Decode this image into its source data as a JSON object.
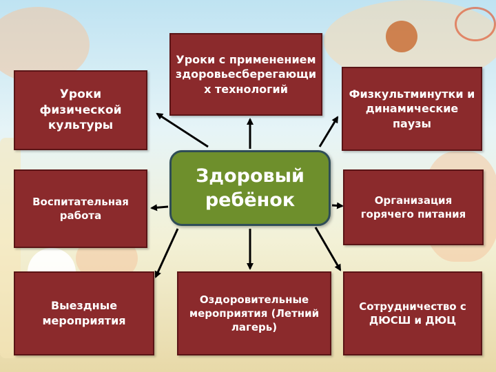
{
  "center": {
    "label": "Здоровый ребёнок"
  },
  "boxes": {
    "physical_education": "Уроки физической культуры",
    "health_tech_lessons": "Уроки с применением здоровьесберегающих технологий",
    "fitness_breaks": "Физкультминутки и динамические паузы",
    "educational_work": "Воспитательная работа",
    "hot_meals": "Организация горячего питания",
    "field_events": "Выездные мероприятия",
    "health_events": "Оздоровительные мероприятия (Летний лагерь)",
    "cooperation": "Сотрудничество с ДЮСШ и ДЮЦ"
  },
  "colors": {
    "box_fill": "#8b2a2c",
    "center_fill": "#6e8f2c",
    "center_border": "#2f4d57",
    "arrow": "#000000",
    "text": "#ffffff"
  }
}
